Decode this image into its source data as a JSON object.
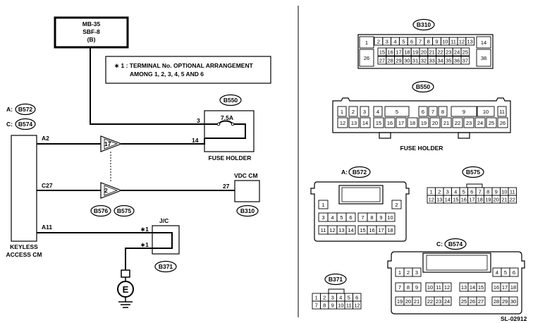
{
  "source_box": {
    "line1": "MB-35",
    "line2": "SBF-8",
    "line3": "(B)"
  },
  "note": {
    "line1": "∗ 1 : TERMINAL No. OPTIONAL ARRANGEMENT",
    "line2": "AMONG 1, 2, 3, 4, 5 AND 6"
  },
  "fuse": {
    "connector": "B550",
    "rating": "7.5A",
    "pin_in": "3",
    "pin_out": "14",
    "label": "FUSE HOLDER"
  },
  "keyless": {
    "conn_a": "B572",
    "conn_c": "B574",
    "prefix_a": "A:",
    "prefix_c": "C:",
    "pin_a2": "A2",
    "pin_c27": "C27",
    "pin_a11": "A11",
    "label1": "KEYLESS",
    "label2": "ACCESS CM"
  },
  "joint1": {
    "number": "17"
  },
  "joint2": {
    "number": "2"
  },
  "joint_conns": {
    "left": "B576",
    "right": "B575"
  },
  "vdc": {
    "label": "VDC CM",
    "pin": "27",
    "connector": "B310"
  },
  "jc": {
    "label": "J/C",
    "pin_top": "∗1",
    "pin_bottom": "∗1",
    "connector": "B371"
  },
  "ground": {
    "symbol": "E"
  },
  "conn_b310": {
    "name": "B310",
    "pins_top": [
      "2",
      "3",
      "4",
      "5",
      "6",
      "7",
      "8",
      "9",
      "10",
      "11",
      "12",
      "13"
    ],
    "pins_mid": [
      "15",
      "16",
      "17",
      "18",
      "19",
      "20",
      "21",
      "22",
      "23",
      "24",
      "25"
    ],
    "pins_bot": [
      "27",
      "28",
      "29",
      "30",
      "31",
      "32",
      "33",
      "34",
      "35",
      "36",
      "37"
    ],
    "side": [
      "1",
      "26",
      "14",
      "38"
    ]
  },
  "conn_b550": {
    "name": "B550",
    "top": [
      "1",
      "2",
      "3",
      "4",
      "5",
      "6",
      "7",
      "8",
      "9",
      "10",
      "11"
    ],
    "bottom": [
      "12",
      "13",
      "14",
      "15",
      "16",
      "17",
      "18",
      "19",
      "20",
      "21",
      "22",
      "23",
      "24",
      "25",
      "26"
    ],
    "label": "FUSE HOLDER"
  },
  "conn_b572": {
    "name": "B572",
    "prefix": "A:",
    "pins_r1": [
      "1",
      "2"
    ],
    "pins_r2": [
      "3",
      "4",
      "5",
      "6",
      "7",
      "8",
      "9",
      "10"
    ],
    "pins_r3": [
      "11",
      "12",
      "13",
      "14",
      "15",
      "16",
      "17",
      "18"
    ]
  },
  "conn_b575": {
    "name": "B575",
    "top": [
      "1",
      "2",
      "3",
      "4",
      "5",
      "6",
      "7",
      "8",
      "9",
      "10",
      "11"
    ],
    "bottom": [
      "12",
      "13",
      "14",
      "15",
      "16",
      "17",
      "18",
      "19",
      "20",
      "21",
      "22"
    ]
  },
  "conn_b574": {
    "name": "B574",
    "prefix": "C:",
    "r1": [
      "1",
      "2",
      "3",
      "4",
      "5",
      "6"
    ],
    "r2": [
      "7",
      "8",
      "9",
      "10",
      "11",
      "12",
      "13",
      "14",
      "15",
      "16",
      "17",
      "18"
    ],
    "r3": [
      "19",
      "20",
      "21",
      "22",
      "23",
      "24",
      "25",
      "26",
      "27",
      "28",
      "29",
      "30"
    ]
  },
  "conn_b371": {
    "name": "B371",
    "top": [
      "1",
      "2",
      "3",
      "4",
      "5",
      "6"
    ],
    "bottom": [
      "7",
      "8",
      "9",
      "10",
      "11",
      "12"
    ]
  },
  "footer": {
    "code": "SL-02912"
  }
}
